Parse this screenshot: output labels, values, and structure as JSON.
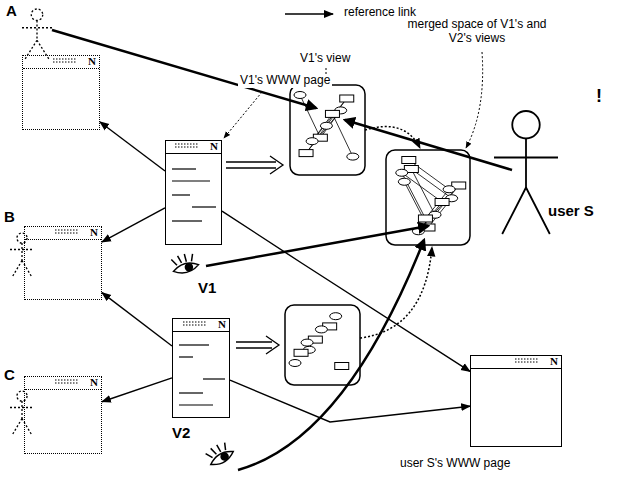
{
  "diagram": {
    "nodes": [
      {
        "text": [
          "A"
        ]
      },
      {
        "text": [
          "N"
        ]
      },
      {
        "text": [
          "N"
        ]
      },
      {
        "text": [
          "B"
        ]
      },
      {
        "text": [
          "N"
        ]
      },
      {
        "text": [
          "N"
        ]
      },
      {
        "text": [
          "C"
        ]
      },
      {
        "text": [
          "N"
        ]
      },
      {
        "text": [
          "user S"
        ]
      },
      {
        "text": [
          "N"
        ]
      }
    ],
    "edges": [
      {
        "from": 2,
        "to": 1,
        "arrow": "to"
      },
      {
        "from": 2,
        "to": 4,
        "arrow": "to"
      },
      {
        "from": 2,
        "to": 9,
        "arrow": "to"
      },
      {
        "from": 5,
        "to": 4,
        "arrow": "to"
      },
      {
        "from": 5,
        "to": 7,
        "arrow": "to"
      },
      {
        "from": 5,
        "to": 9,
        "arrow": "to"
      }
    ],
    "labels": [
      "V1's WWW page",
      "V1's view",
      "merged space of V1's and V2's views",
      "!",
      "V1",
      "V2",
      "user S's WWW page"
    ],
    "legend": [
      {
        "text": "reference link"
      }
    ]
  }
}
